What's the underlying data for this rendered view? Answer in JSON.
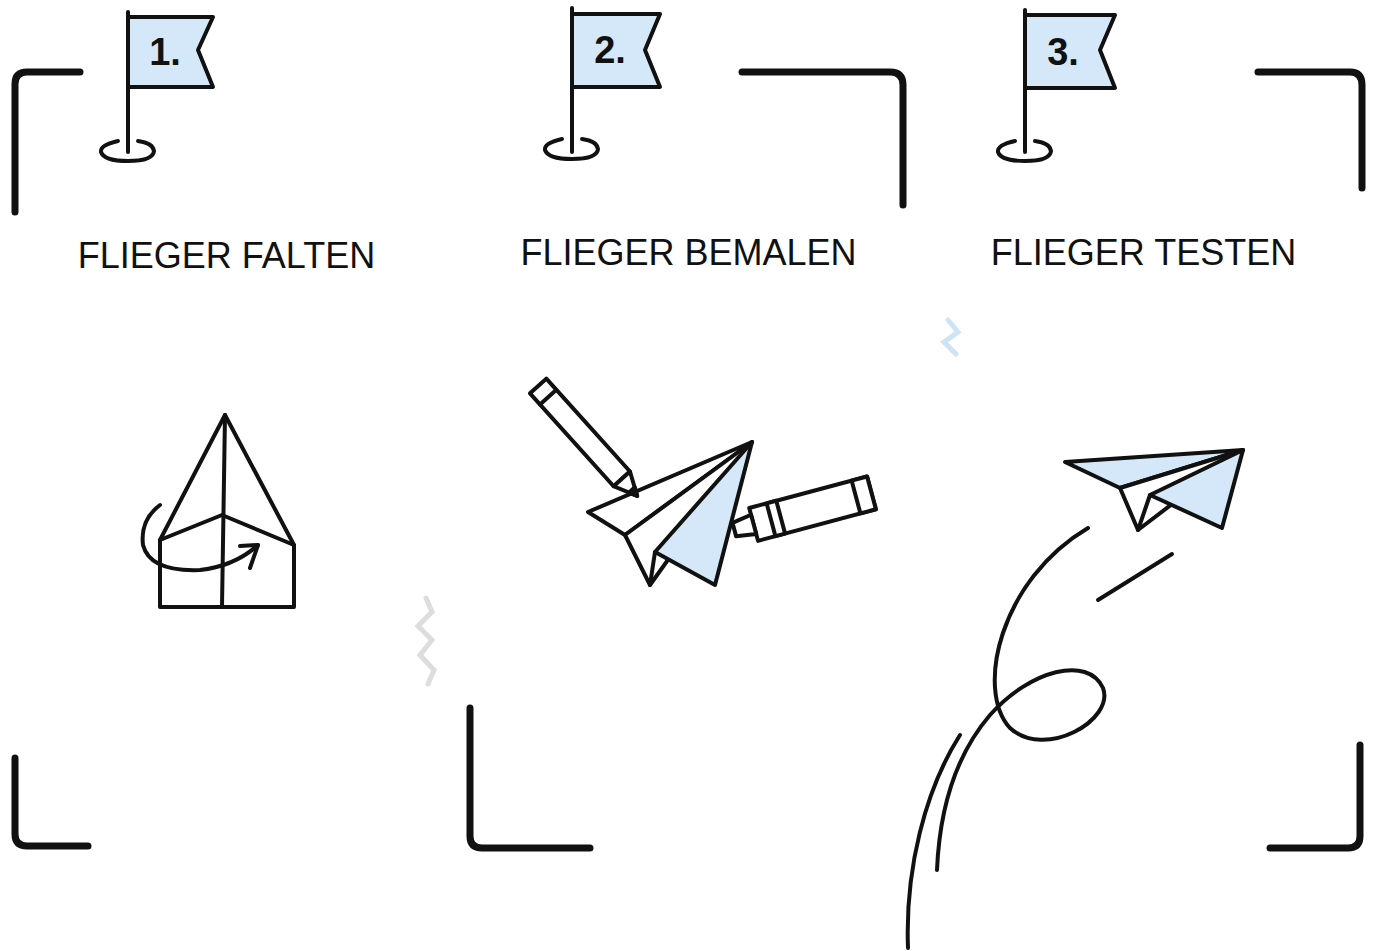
{
  "diagram": {
    "nodes": [
      {
        "text": [
          "1.",
          "FLIEGER FALTEN"
        ]
      },
      {
        "text": [
          "2.",
          "FLIEGER BEMALEN"
        ]
      },
      {
        "text": [
          "3.",
          "FLIEGER TESTEN"
        ]
      }
    ]
  }
}
